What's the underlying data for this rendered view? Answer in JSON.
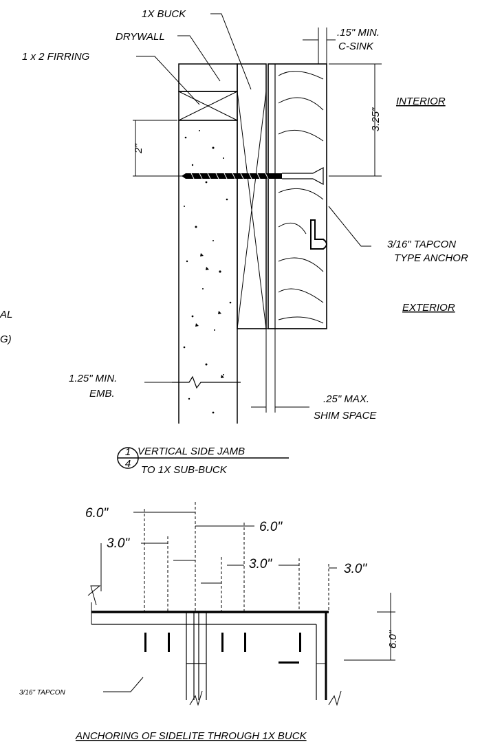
{
  "section1": {
    "labels": {
      "buck": "1X BUCK",
      "drywall": "DRYWALL",
      "firring": "1 x 2 FIRRING",
      "csink_top": ".15\" MIN.",
      "csink_bottom": "C-SINK",
      "dim_325": "3.25\"",
      "dim_2": "2\"",
      "interior": "INTERIOR",
      "exterior": "EXTERIOR",
      "tapcon_line1": "3/16\" TAPCON",
      "tapcon_line2": "TYPE ANCHOR",
      "emb_line1": "1.25\" MIN.",
      "emb_line2": "EMB.",
      "shim_line1": ".25\" MAX.",
      "shim_line2": "SHIM SPACE",
      "left_cut_1": "AL",
      "left_cut_2": "G)"
    },
    "callout": {
      "number": "1",
      "sheet": "4",
      "title_line1": "VERTICAL SIDE JAMB",
      "title_line2": "TO 1X SUB-BUCK"
    }
  },
  "section2": {
    "dims": {
      "d6a": "6.0\"",
      "d6b": "6.0\"",
      "d3a": "3.0\"",
      "d3b": "3.0\"",
      "d3c": "3.0\"",
      "d6v": "6.0\""
    },
    "tapcon_label": "3/16\" TAPCON",
    "title": "ANCHORING OF SIDELITE THROUGH 1X BUCK"
  }
}
